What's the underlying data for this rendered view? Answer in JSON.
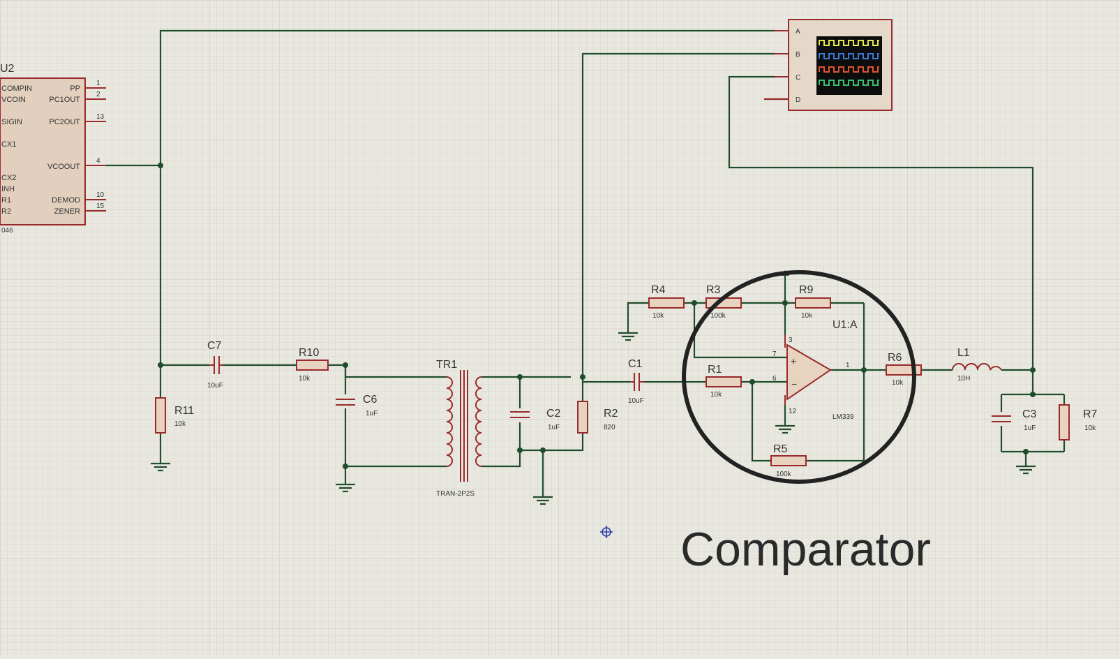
{
  "ic": {
    "ref": "U2",
    "part": "046",
    "left_pins": [
      "COMPIN",
      "VCOIN",
      "SIGIN",
      "CX1",
      "CX2",
      "INH",
      "R1",
      "R2"
    ],
    "right_pins": [
      "PP",
      "PC1OUT",
      "PC2OUT",
      "VCOOUT",
      "DEMOD",
      "ZENER"
    ],
    "pin_numbers": [
      "1",
      "2",
      "13",
      "4",
      "10",
      "15"
    ]
  },
  "scope": {
    "channels": [
      "A",
      "B",
      "C",
      "D"
    ],
    "trace_colors": [
      "#e8e84a",
      "#3a7bd5",
      "#e0542c",
      "#38c172"
    ]
  },
  "components": {
    "R11": {
      "ref": "R11",
      "value": "10k"
    },
    "C7": {
      "ref": "C7",
      "value": "10uF"
    },
    "R10": {
      "ref": "R10",
      "value": "10k"
    },
    "C6": {
      "ref": "C6",
      "value": "1uF"
    },
    "TR1": {
      "ref": "TR1",
      "value": "TRAN-2P2S"
    },
    "C2": {
      "ref": "C2",
      "value": "1uF"
    },
    "R2": {
      "ref": "R2",
      "value": "820"
    },
    "C1": {
      "ref": "C1",
      "value": "10uF"
    },
    "R4": {
      "ref": "R4",
      "value": "10k"
    },
    "R3": {
      "ref": "R3",
      "value": "100k"
    },
    "R9": {
      "ref": "R9",
      "value": "10k"
    },
    "R1": {
      "ref": "R1",
      "value": "10k"
    },
    "R5": {
      "ref": "R5",
      "value": "100k"
    },
    "U1": {
      "ref": "U1:A",
      "value": "LM339",
      "pins": [
        "7",
        "6",
        "1",
        "3",
        "12"
      ]
    },
    "R6": {
      "ref": "R6",
      "value": "10k"
    },
    "L1": {
      "ref": "L1",
      "value": "10H"
    },
    "C3": {
      "ref": "C3",
      "value": "1uF"
    },
    "R7": {
      "ref": "R7",
      "value": "10k"
    }
  },
  "caption": "Comparator",
  "colors": {
    "wire": "#1f4d2c",
    "component": "#9a2a2a",
    "highlight": "#222222",
    "background": "#e9e8e0"
  }
}
